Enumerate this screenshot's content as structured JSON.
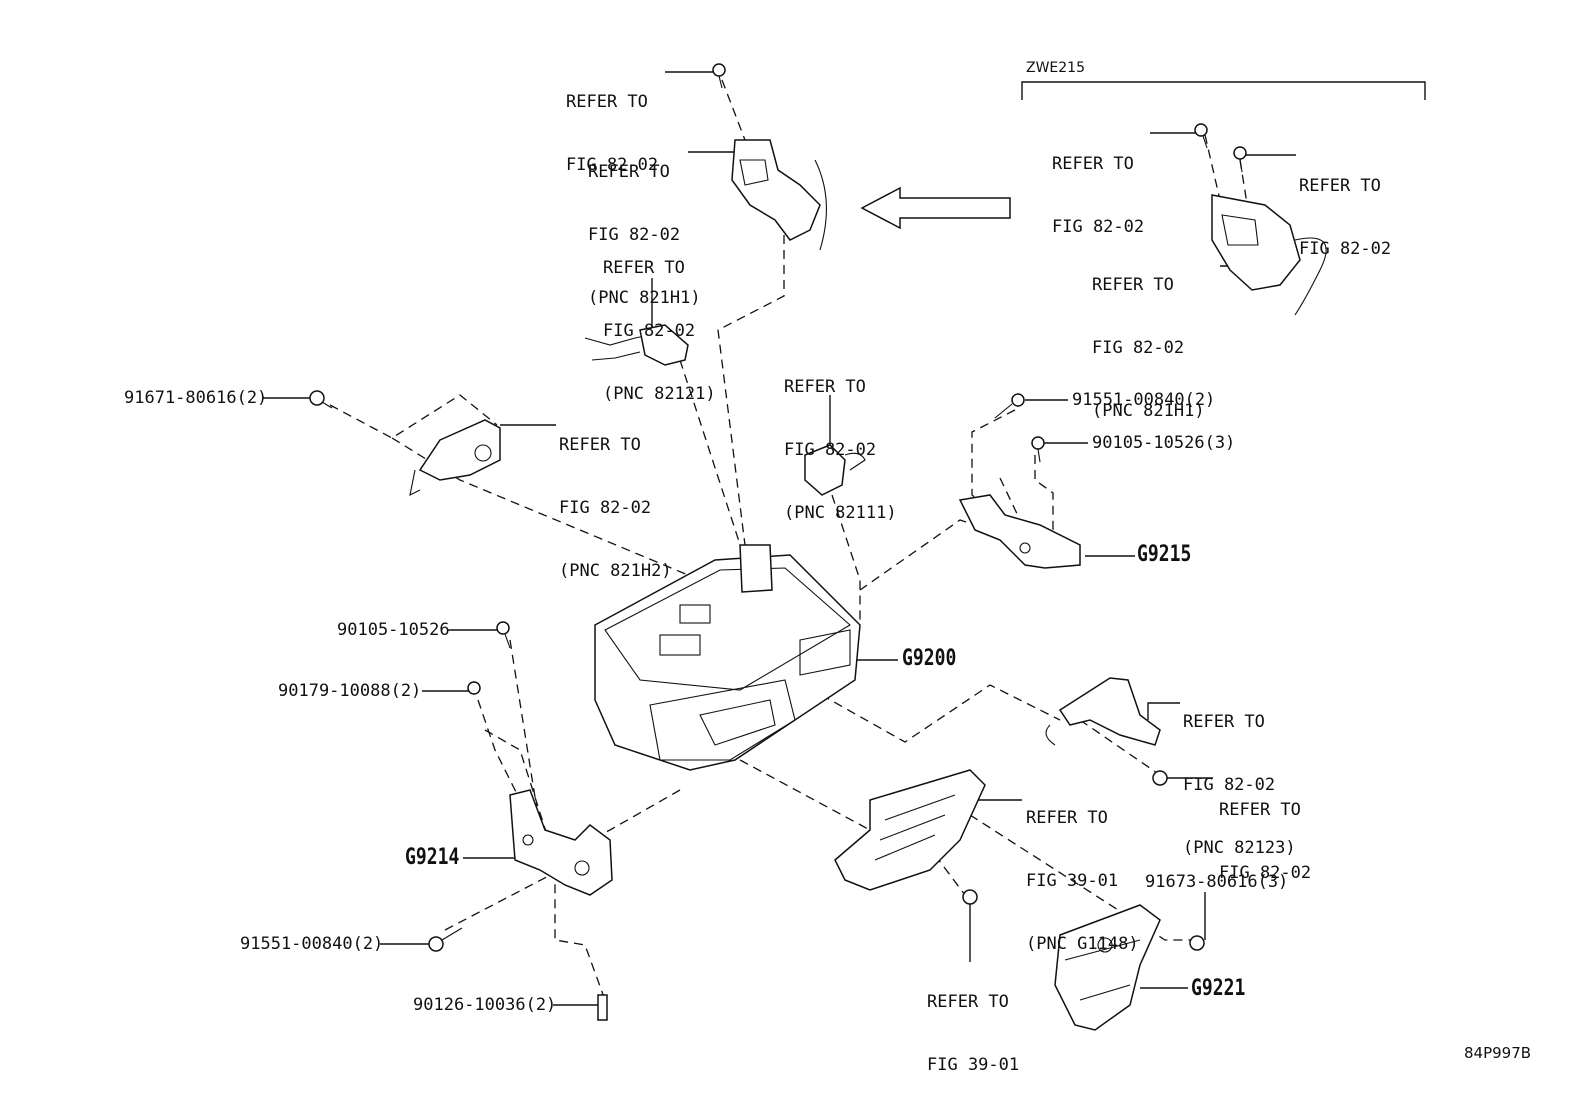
{
  "group_label": "ZWE215",
  "diagram_id": "84P997B",
  "callouts": {
    "top_bolt_ref": [
      "REFER TO",
      "FIG 82-02"
    ],
    "top_bracket_ref": [
      "REFER TO",
      "FIG 82-02",
      "(PNC 821H1)"
    ],
    "pnc82121_ref": [
      "REFER TO",
      "FIG 82-02",
      "(PNC 82121)"
    ],
    "pnc82111_ref": [
      "REFER TO",
      "FIG 82-02",
      "(PNC 82111)"
    ],
    "pnc821h2_ref": [
      "REFER TO",
      "FIG 82-02",
      "(PNC 821H2)"
    ],
    "zwe_bolt_left_ref": [
      "REFER TO",
      "FIG 82-02"
    ],
    "zwe_bolt_right_ref": [
      "REFER TO",
      "FIG 82-02"
    ],
    "zwe_bracket_ref": [
      "REFER TO",
      "FIG 82-02",
      "(PNC 821H1)"
    ],
    "pnc82123_ref": [
      "REFER TO",
      "FIG 82-02",
      "(PNC 82123)"
    ],
    "right_bolt_ref": [
      "REFER TO",
      "FIG 82-02"
    ],
    "pncg1148_ref": [
      "REFER TO",
      "FIG 39-01",
      "(PNC G1148)"
    ],
    "fig3901_ref": [
      "REFER TO",
      "FIG 39-01"
    ]
  },
  "part_numbers": {
    "p91671": "91671-80616(2)",
    "p91551_top": "91551-00840(2)",
    "p90105_3": "90105-10526(3)",
    "p90105": "90105-10526",
    "p90179": "90179-10088(2)",
    "p91551_bottom": "91551-00840(2)",
    "p90126": "90126-10036(2)",
    "p91673": "91673-80616(3)"
  },
  "group_codes": {
    "g9200": "G9200",
    "g9215": "G9215",
    "g9214": "G9214",
    "g9221": "G9221"
  }
}
